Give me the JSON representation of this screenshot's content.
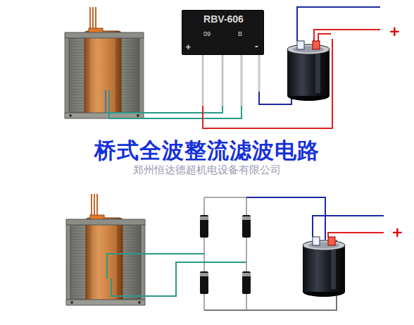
{
  "diagram": {
    "title": "桥式全波整流滤波电路",
    "nodes": [
      {
        "text": [
          "RBV-606",
          "09",
          "B",
          "+",
          "-"
        ]
      }
    ],
    "labels": [
      "+",
      "+",
      "郑州恒达德超机电设备有限公司"
    ]
  }
}
